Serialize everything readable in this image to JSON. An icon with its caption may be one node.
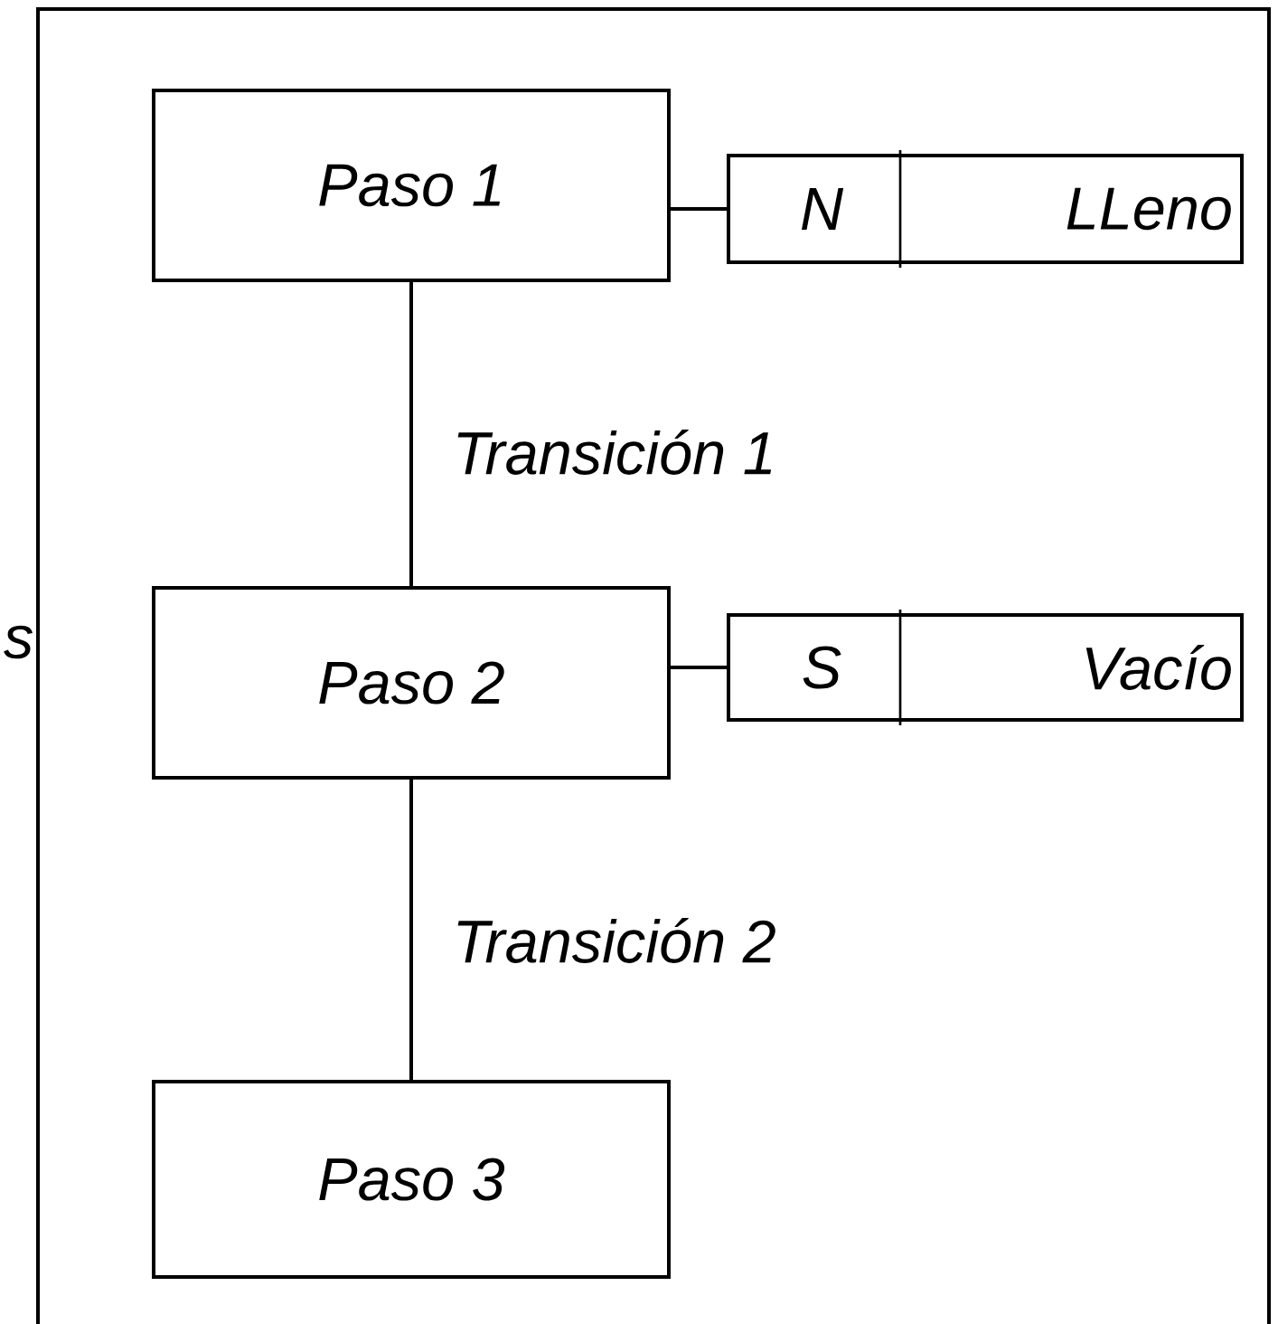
{
  "diagram": {
    "nodes": [
      {
        "text": [
          "Paso 1"
        ]
      },
      {
        "text": [
          "N",
          "LLeno"
        ]
      },
      {
        "text": [
          "Paso 2"
        ]
      },
      {
        "text": [
          "S",
          "Vacío"
        ]
      },
      {
        "text": [
          "Paso 3"
        ]
      }
    ],
    "edges": [
      {
        "from": 0,
        "to": 1,
        "arrow": "none"
      },
      {
        "from": 0,
        "to": 2,
        "arrow": "none",
        "label": "Transición 1"
      },
      {
        "from": 2,
        "to": 3,
        "arrow": "none"
      },
      {
        "from": 2,
        "to": 4,
        "arrow": "none",
        "label": "Transición 2"
      }
    ],
    "labels": [
      "s"
    ]
  }
}
